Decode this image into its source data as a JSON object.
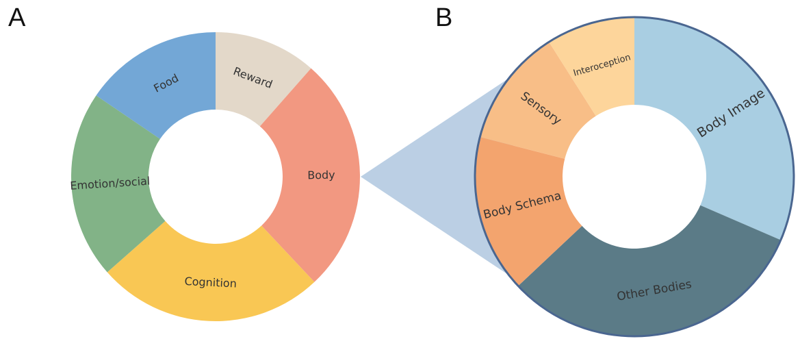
{
  "panels": [
    {
      "letter": "A"
    },
    {
      "letter": "B"
    }
  ],
  "chart_data": [
    {
      "type": "pie",
      "donut": true,
      "unit": "relative share (estimated)",
      "categories": [
        "Reward",
        "Body",
        "Cognition",
        "Emotion/social",
        "Food"
      ],
      "values": [
        11.5,
        26.5,
        25.5,
        21,
        15.5
      ],
      "colors": [
        "#E3D8C9",
        "#F29881",
        "#F9C754",
        "#82B387",
        "#73A7D6"
      ],
      "label_colors": [
        "#3a3a3a",
        "#3a3a3a",
        "#3a3a3a",
        "#3a3a3a",
        "#3a3a3a"
      ],
      "label_orientation": [
        "tangent",
        "radial",
        "tangent",
        "radial",
        "tangent"
      ],
      "start_angle_deg": 0,
      "direction": "clockwise"
    },
    {
      "type": "pie",
      "donut": true,
      "unit": "relative share (estimated)",
      "categories": [
        "Body Image",
        "Other Bodies",
        "Body Schema",
        "Sensory",
        "Interoception"
      ],
      "values": [
        31.5,
        31.5,
        16,
        12,
        9
      ],
      "colors": [
        "#A9CEE2",
        "#5B7B87",
        "#F3A46E",
        "#F8BE87",
        "#FDD59B"
      ],
      "label_colors": [
        "#222222",
        "#111111",
        "#222222",
        "#222222",
        "#222222"
      ],
      "label_orientation": [
        "radial",
        "tangent",
        "radial",
        "radial",
        "tangent"
      ],
      "start_angle_deg": 0,
      "direction": "clockwise",
      "outline_color": "#4A6690",
      "expands_segment": "Body"
    }
  ],
  "connector_color": "#BBCFE4"
}
